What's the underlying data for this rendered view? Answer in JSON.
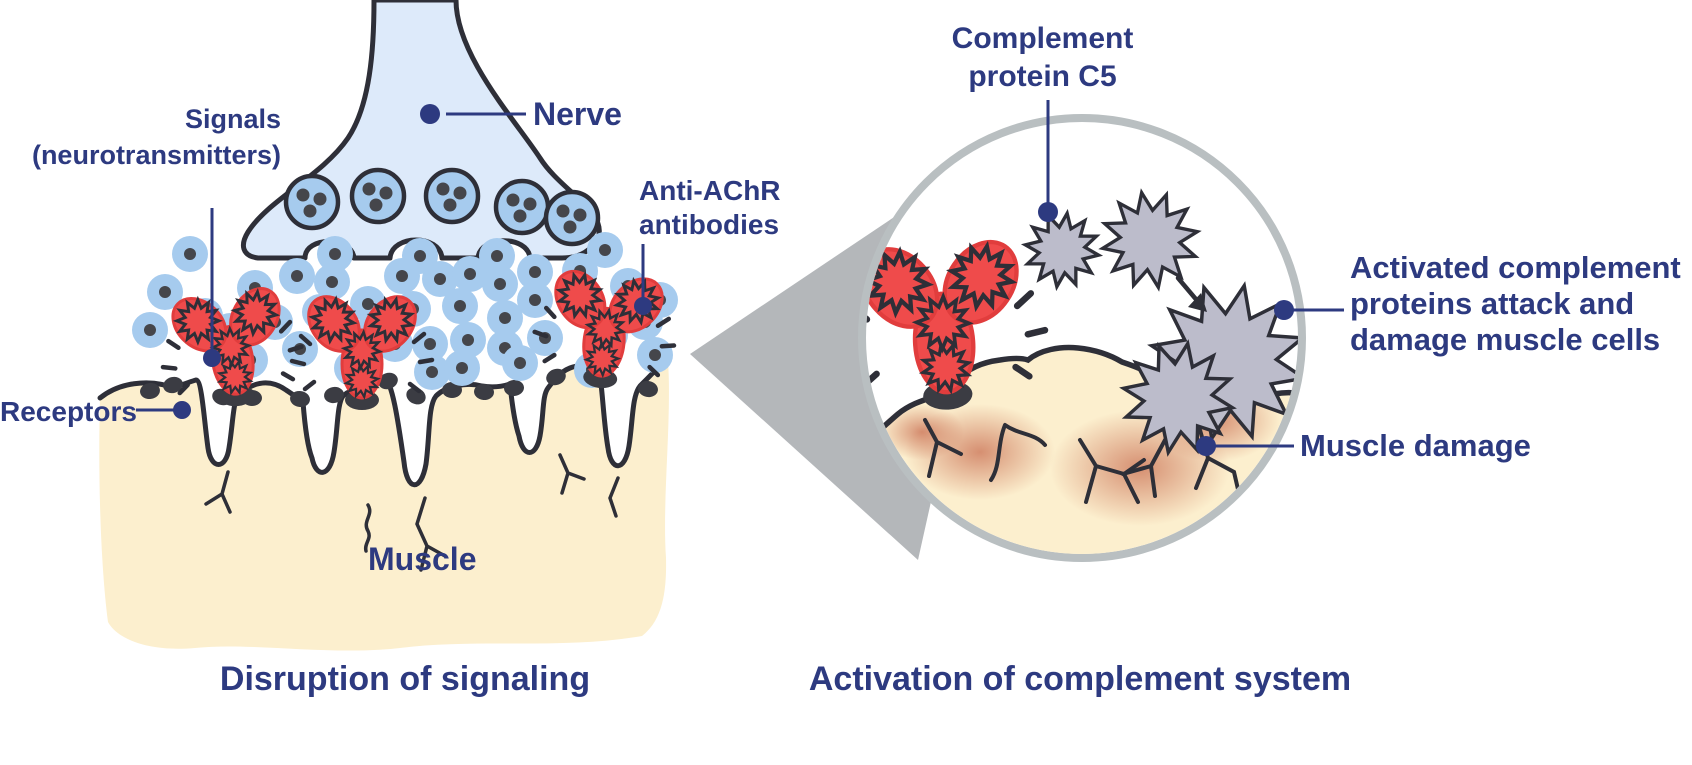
{
  "colors": {
    "navy": "#2d3a80",
    "ink": "#2e2f38",
    "red": "#ef4b4b",
    "redStroke": "#e13d3d",
    "nerve": "#ddeafa",
    "vesicle": "#a6cbee",
    "ntdot": "#45464b",
    "cream": "#fcefce",
    "ring": "#b9bfc1",
    "cone": "#b4b7ba",
    "comp": "#bcbccb",
    "damage": "#c96f52",
    "receptor": "#3b3c43"
  },
  "left_panel": {
    "labels": {
      "signals": {
        "line1": "Signals",
        "line2": "(neurotransmitters)"
      },
      "nerve": "Nerve",
      "anti_achr": {
        "line1": "Anti-AChR",
        "line2": "antibodies"
      },
      "receptors": "Receptors",
      "muscle": "Muscle"
    },
    "title": "Disruption of signaling"
  },
  "right_panel": {
    "labels": {
      "complement_c5": {
        "line1": "Complement",
        "line2": "protein C5"
      },
      "activated_complement": {
        "line1": "Activated complement",
        "line2": "proteins attack and",
        "line3": "damage muscle cells"
      },
      "muscle_damage": "Muscle damage"
    },
    "title": "Activation of complement system"
  }
}
